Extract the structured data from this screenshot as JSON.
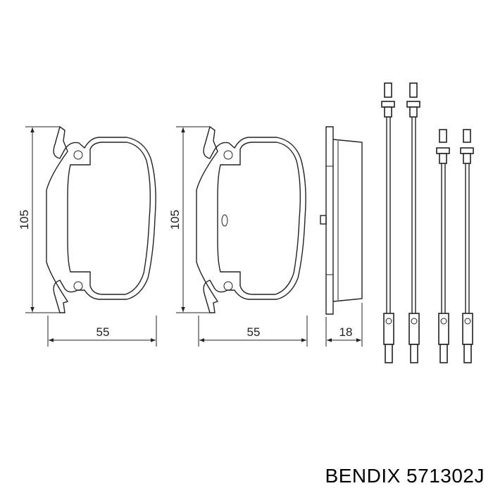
{
  "dimensions": {
    "pad1_height": "105",
    "pad1_width": "55",
    "pad2_height": "105",
    "pad2_width": "55",
    "thickness": "18"
  },
  "caption": "BENDIX 571302J"
}
